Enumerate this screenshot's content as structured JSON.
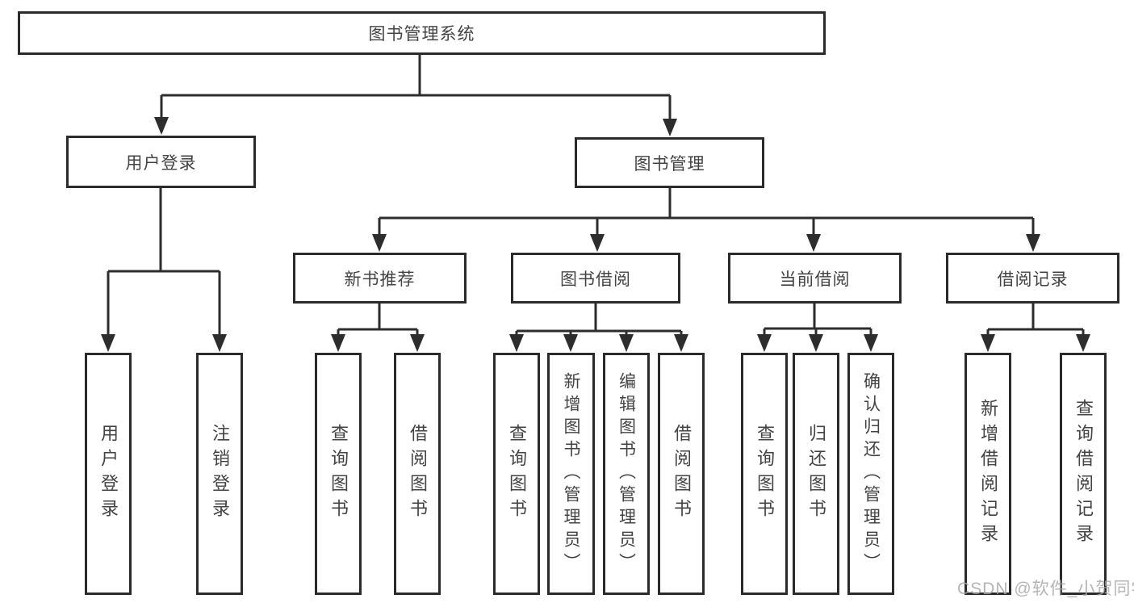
{
  "colors": {
    "line": "#2d2d2d",
    "box_border": "#2b2b2b",
    "text": "#434343",
    "watermark": "#a8a8a8",
    "background": "#ffffff"
  },
  "watermark": {
    "text": "CSDN @软件_小贺同学"
  },
  "nodes": {
    "root": {
      "label": "图书管理系统"
    },
    "userLogin": {
      "label": "用户登录"
    },
    "bookManagement": {
      "label": "图书管理"
    },
    "newBookRecommend": {
      "label": "新书推荐"
    },
    "bookBorrowing": {
      "label": "图书借阅"
    },
    "currentBorrowing": {
      "label": "当前借阅"
    },
    "borrowingRecords": {
      "label": "借阅记录"
    },
    "leafUserLogin": {
      "label": "用户登录"
    },
    "leafLogoutLogin": {
      "label": "注销登录"
    },
    "leafNbQueryBooks": {
      "label": "查询图书"
    },
    "leafNbBorrowBooks": {
      "label": "借阅图书"
    },
    "leafBbQueryBooks": {
      "label": "查询图书"
    },
    "leafBbAddBooks": {
      "label": "新增图书（管理员）"
    },
    "leafBbEditBooks": {
      "label": "编辑图书（管理员）"
    },
    "leafBbBorrowBooks": {
      "label": "借阅图书"
    },
    "leafCbQueryBooks": {
      "label": "查询图书"
    },
    "leafCbReturnBooks": {
      "label": "归还图书"
    },
    "leafCbConfirmReturn": {
      "label": "确认归还（管理员）"
    },
    "leafBrAddRecord": {
      "label": "新增借阅记录"
    },
    "leafBrQueryRecord": {
      "label": "查询借阅记录"
    }
  }
}
